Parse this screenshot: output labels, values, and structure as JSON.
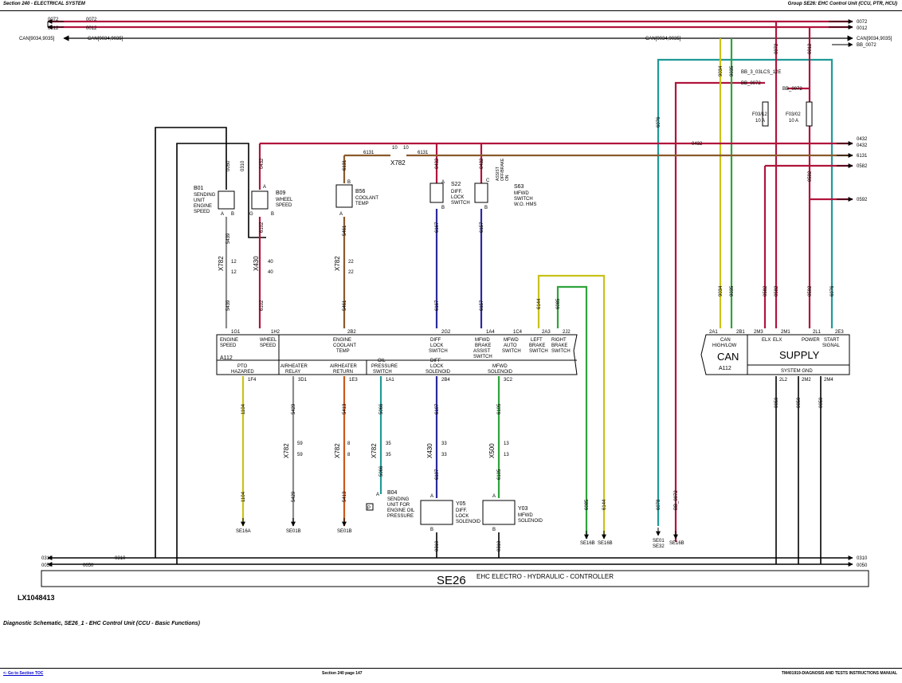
{
  "header": {
    "left": "Section 240 - ELECTRICAL SYSTEM",
    "right": "Group SE26: EHC Control Unit (CCU, PTR, HCU)"
  },
  "figure_id": "LX1048413",
  "caption": "Diagnostic Schematic, SE26_1 - EHC Control Unit (CCU - Basic Functions)",
  "footer": {
    "toc_link": "<- Go to Section TOC",
    "page": "Section 240 page 147",
    "manual": "TM401919-DIAGNOSIS AND TESTS INSTRUCTIONS MANUAL"
  },
  "bus": {
    "w0072": "0072",
    "w0012": "0012",
    "can": "CAN[9034,9035]",
    "bb0072": "BB_0072",
    "w0432": "0432",
    "w6131": "6131",
    "w0582": "0582",
    "w0592": "0592",
    "w0310": "0310",
    "w0050": "0050",
    "bb_lcs": "BB_3_03LCS_12E",
    "fuse1_name": "F03/12",
    "fuse1_rating": "10 A",
    "fuse2_name": "F03/02",
    "fuse2_rating": "10 A",
    "w9034": "9034",
    "w9035": "9035",
    "w6078": "6078"
  },
  "connectors": {
    "x782": "X782",
    "x430": "X430",
    "x500": "X500",
    "p10": "10",
    "p12": "12",
    "p40": "40",
    "p22": "22",
    "p59": "59",
    "p8": "8",
    "p35": "35",
    "p33": "33",
    "p13": "13"
  },
  "components": {
    "b01_id": "B01",
    "b01_l1": "SENDING",
    "b01_l2": "UNIT",
    "b01_l3": "ENGINE",
    "b01_l4": "SPEED",
    "b09_id": "B09",
    "b09_l1": "WHEEL",
    "b09_l2": "SPEED",
    "b56_id": "B56",
    "b56_l1": "COOLANT",
    "b56_l2": "TEMP",
    "s22_id": "S22",
    "s22_l1": "DIFF.",
    "s22_l2": "LOCK",
    "s22_l3": "SWITCH",
    "s63_id": "S63",
    "s63_l1": "MFWD",
    "s63_l2": "SWITCH",
    "s63_l3": "W.O. HMS",
    "s63_side1": "ASSIST",
    "s63_side2": "OFF/BRAKE",
    "s63_side3": "ON",
    "b04_id": "B04",
    "b04_l1": "SENDING",
    "b04_l2": "UNIT FOR",
    "b04_l3": "ENGINE OIL",
    "b04_l4": "PRESSURE",
    "y05_id": "Y05",
    "y05_l1": "DIFF.",
    "y05_l2": "LOCK",
    "y05_l3": "SOLENOID",
    "y03_id": "Y03",
    "y03_l1": "MFWD",
    "y03_l2": "SOLENOID"
  },
  "wires": {
    "w0050": "0050",
    "w0310": "0310",
    "w0432": "0432",
    "w6131": "6131",
    "w5439": "5439",
    "w6102": "6102",
    "w5461": "5461",
    "w6167": "6167",
    "w6157": "6157",
    "w6144": "6144",
    "w6085": "6085",
    "w1104": "1104",
    "w5429": "5429",
    "w5413": "5413",
    "w5066": "5066",
    "w6107": "6107",
    "w6105": "6105",
    "w9034": "9034",
    "w9035": "9035",
    "w0582": "0582",
    "w0592": "0592",
    "w6076": "6076",
    "w6078": "6078",
    "wBB0072": "BB_0072"
  },
  "pins": {
    "A": "A",
    "B": "B",
    "C": "C",
    "G": "G",
    "1G1": "1G1",
    "1H2": "1H2",
    "2B2": "2B2",
    "2G2": "2G2",
    "1A4": "1A4",
    "1C4": "1C4",
    "2A3": "2A3",
    "2J2": "2J2",
    "1F4": "1F4",
    "3D1": "3D1",
    "1E3": "1E3",
    "1A1": "1A1",
    "2B4": "2B4",
    "3C2": "3C2",
    "2A1": "2A1",
    "2B1": "2B1",
    "2M3": "2M3",
    "2M1": "2M1",
    "2L1": "2L1",
    "2E3": "2E3",
    "2L2": "2L2",
    "2M2": "2M2",
    "2M4": "2M4"
  },
  "ecu": {
    "id": "A112",
    "engine_speed_1": "ENGINE",
    "engine_speed_2": "SPEED",
    "wheel_speed_1": "WHEEL",
    "wheel_speed_2": "SPEED",
    "coolant_1": "ENGINE",
    "coolant_2": "COOLANT",
    "coolant_3": "TEMP",
    "diff_sw_1": "DIFF",
    "diff_sw_2": "LOCK",
    "diff_sw_3": "SWITCH",
    "mfwd_sw_1": "MFWD",
    "mfwd_sw_2": "BRAKE",
    "mfwd_sw_3": "ASSIST",
    "mfwd_sw_4": "SWITCH",
    "mfwd_auto_1": "MFWD",
    "mfwd_auto_2": "AUTO",
    "mfwd_auto_3": "SWITCH",
    "left_brake_1": "LEFT",
    "left_brake_2": "BRAKE",
    "left_brake_3": "SWITCH",
    "right_brake_1": "RIGHT",
    "right_brake_2": "BRAKE",
    "right_brake_3": "SWITCH",
    "pto_1": "PTO",
    "pto_2": "HAZARED",
    "airheater_relay_1": "AIRHEATER",
    "airheater_relay_2": "RELAY",
    "airheater_return_1": "AIRHEATER",
    "airheater_return_2": "RETURN",
    "oil_1": "OIL",
    "oil_2": "PRESSURE",
    "oil_3": "SWITCH",
    "diff_sol_1": "DIFF",
    "diff_sol_2": "LOCK",
    "diff_sol_3": "SOLENOID",
    "mfwd_sol_1": "MFWD",
    "mfwd_sol_2": "SOLENOID",
    "can": "CAN",
    "can_hl": "CAN",
    "can_hl2": "HIGH/LOW",
    "supply": "SUPPLY",
    "elx": "ELX",
    "power": "POWER",
    "start_1": "START",
    "start_2": "SIGNAL",
    "system_gnd": "SYSTEM GND"
  },
  "refs": {
    "se16a": "SE16A",
    "se01b": "SE01B",
    "se16b": "SE16B",
    "se01": "SE01",
    "se32": "SE32"
  },
  "se26": {
    "code": "SE26",
    "name": "EHC ELECTRO - HYDRAULIC - CONTROLLER"
  },
  "colors": {
    "red": "#b0153c",
    "blue": "#2c2a9c",
    "green": "#2fa33c",
    "yellow": "#c9c21a",
    "cyan": "#1f9a98",
    "brown": "#8a5a2c",
    "orange": "#c8581c",
    "grey": "#8c8c8c"
  }
}
